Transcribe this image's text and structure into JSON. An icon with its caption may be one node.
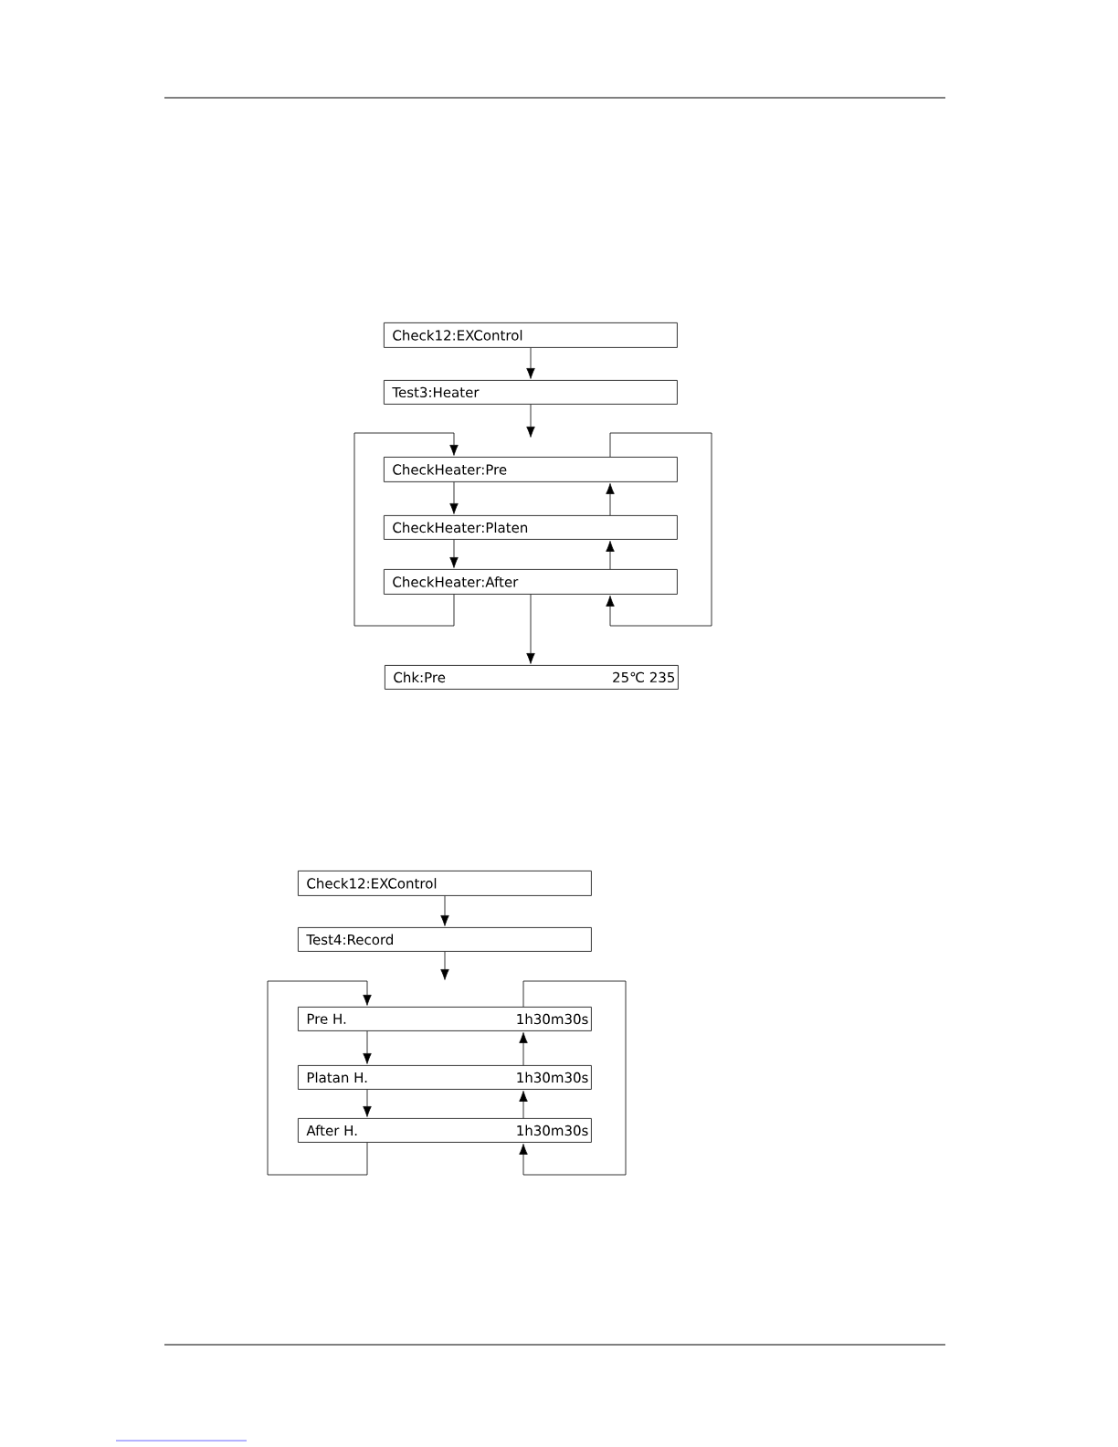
{
  "diagram": {
    "nodes": [
      {
        "text": [
          "Check12:EXControl"
        ]
      },
      {
        "text": [
          "Test3:Heater"
        ]
      },
      {
        "text": [
          "CheckHeater:Pre"
        ]
      },
      {
        "text": [
          "CheckHeater:Platen"
        ]
      },
      {
        "text": [
          "CheckHeater:After"
        ]
      },
      {
        "text": [
          "Chk:Pre",
          "25℃ 235"
        ]
      },
      {
        "text": [
          "Check12:EXControl"
        ]
      },
      {
        "text": [
          "Test4:Record"
        ]
      },
      {
        "text": [
          "Pre H.",
          "1h30m30s"
        ]
      },
      {
        "text": [
          "Platan H.",
          "1h30m30s"
        ]
      },
      {
        "text": [
          "After H.",
          "1h30m30s"
        ]
      }
    ],
    "edges": [
      {
        "from": 0,
        "to": 1,
        "arrow": "to"
      },
      {
        "from": 1,
        "to": null,
        "arrow": "to"
      },
      {
        "from": 2,
        "to": 3,
        "arrow": "to"
      },
      {
        "from": 3,
        "to": 4,
        "arrow": "to"
      },
      {
        "from": 4,
        "to": 3,
        "arrow": "to"
      },
      {
        "from": 3,
        "to": 2,
        "arrow": "to"
      },
      {
        "from": 4,
        "to": 2,
        "arrow": "to"
      },
      {
        "from": 2,
        "to": 4,
        "arrow": "to"
      },
      {
        "from": 4,
        "to": 5,
        "arrow": "to"
      },
      {
        "from": 6,
        "to": 7,
        "arrow": "to"
      },
      {
        "from": 7,
        "to": null,
        "arrow": "to"
      },
      {
        "from": 8,
        "to": 9,
        "arrow": "to"
      },
      {
        "from": 9,
        "to": 10,
        "arrow": "to"
      },
      {
        "from": 10,
        "to": 9,
        "arrow": "to"
      },
      {
        "from": 9,
        "to": 8,
        "arrow": "to"
      },
      {
        "from": 10,
        "to": 8,
        "arrow": "to"
      },
      {
        "from": 8,
        "to": 10,
        "arrow": "to"
      }
    ]
  }
}
